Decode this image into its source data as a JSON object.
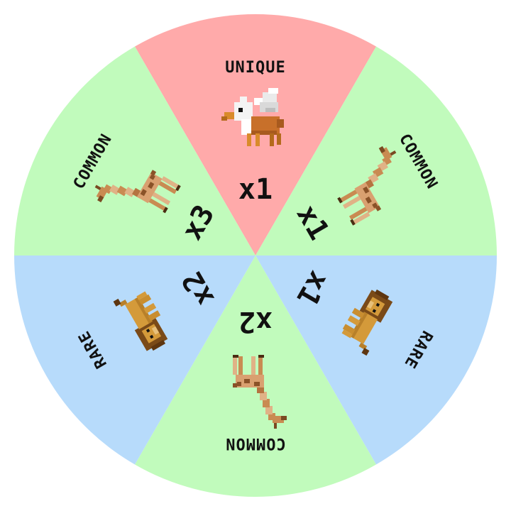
{
  "colors": {
    "unique": "#FFAAAA",
    "common": "#C1FBBC",
    "rare": "#B7DBFB",
    "ink": "#111111"
  },
  "segments": [
    {
      "tier": "UNIQUE",
      "count": "x1",
      "animal": "griffin-icon"
    },
    {
      "tier": "COMMON",
      "count": "x1",
      "animal": "giraffe-icon"
    },
    {
      "tier": "RARE",
      "count": "x1",
      "animal": "lion-icon"
    },
    {
      "tier": "COMMON",
      "count": "x2",
      "animal": "giraffe-icon"
    },
    {
      "tier": "RARE",
      "count": "x2",
      "animal": "lion-icon"
    },
    {
      "tier": "COMMON",
      "count": "x3",
      "animal": "giraffe-icon"
    }
  ]
}
